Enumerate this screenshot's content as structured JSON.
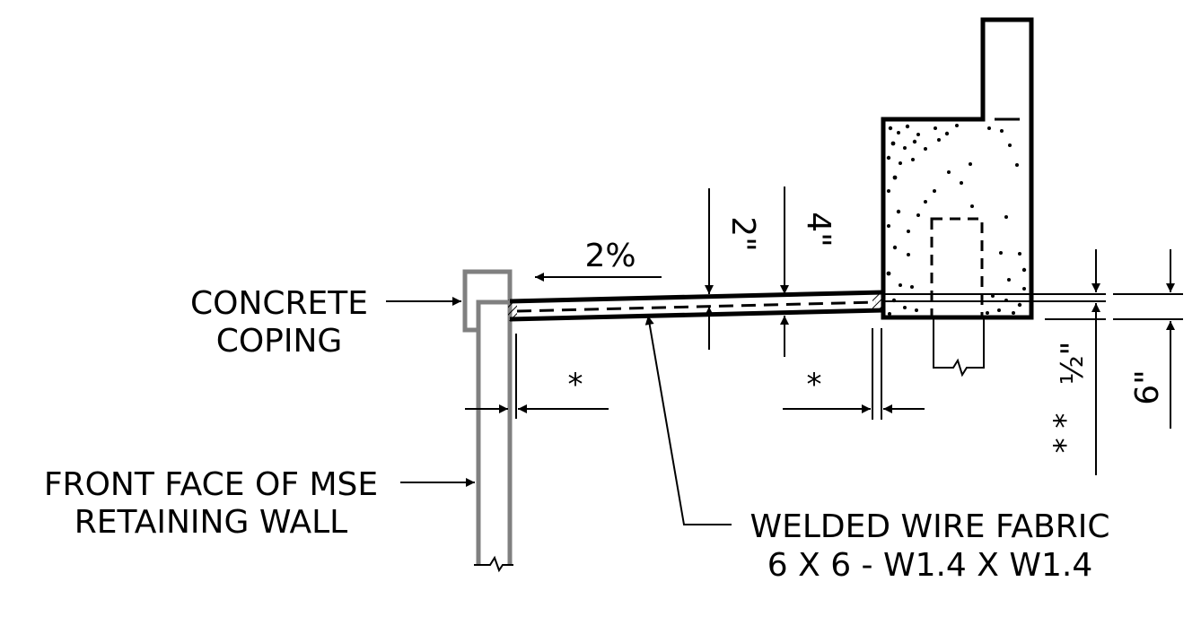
{
  "labels": {
    "coping_line1": "CONCRETE",
    "coping_line2": "COPING",
    "wall_line1": "FRONT FACE OF MSE",
    "wall_line2": "RETAINING WALL",
    "fabric_line1": "WELDED WIRE FABRIC",
    "fabric_line2": "6  X  6 - W1.4  X  W1.4"
  },
  "dimensions": {
    "slope": "2%",
    "two_inch": "2\"",
    "four_inch": "4\"",
    "six_inch": "6\"",
    "half_inch": "½\"",
    "star_left": "*",
    "star_right": "*",
    "double_star": "* *"
  },
  "colors": {
    "line": "#000000",
    "wall": "#808080",
    "background": "#ffffff"
  }
}
